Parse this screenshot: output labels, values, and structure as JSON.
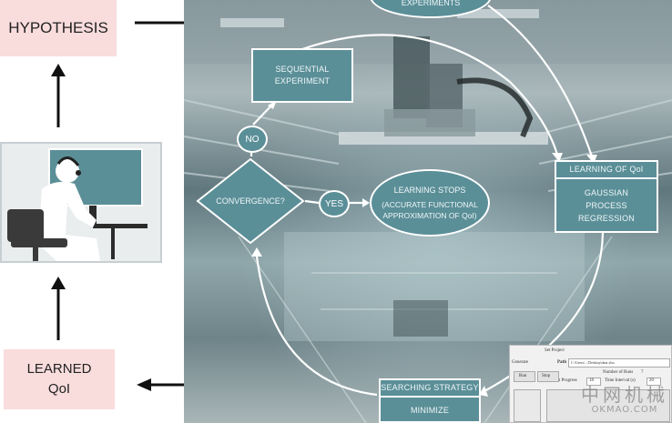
{
  "left_column": {
    "hypothesis": "HYPOTHESIS",
    "learned_line1": "LEARNED",
    "learned_line2": "QoI"
  },
  "flow": {
    "top_ellipse": "EXPERIMENTS",
    "sequential_line1": "SEQUENTIAL",
    "sequential_line2": "EXPERIMENT",
    "no": "NO",
    "convergence": "CONVERGENCE?",
    "yes": "YES",
    "learning_stops_line1": "LEARNING STOPS",
    "learning_stops_line2": "(ACCURATE FUNCTIONAL",
    "learning_stops_line3": "APPROXIMATION OF QoI)",
    "learning_of_qoi": "LEARNING OF QoI",
    "gp_line1": "GAUSSIAN",
    "gp_line2": "PROCESS",
    "gp_line3": "REGRESSION",
    "searching_strategy": "SEARCHING STRATEGY",
    "minimize": "MINIMIZE"
  },
  "software": {
    "title": "Set Project",
    "path_label": "Path",
    "path_value": "C:\\Users\\...\\Desktop\\data.xlsx",
    "num_runs_label": "Number of Runs",
    "num_runs_value": "7",
    "current_progress_label": "Current Progress",
    "current_progress_value": "18",
    "time_interval_label": "Time Interval (s)",
    "time_interval_value": "20",
    "side_label": "Generate",
    "btn1": "Run",
    "btn2": "Stop"
  },
  "watermark": {
    "cn": "中网机械",
    "en": "OKMAO.COM"
  },
  "colors": {
    "teal": "#5b8f98",
    "pink": "#f9dcdc",
    "arrow": "#111111"
  }
}
